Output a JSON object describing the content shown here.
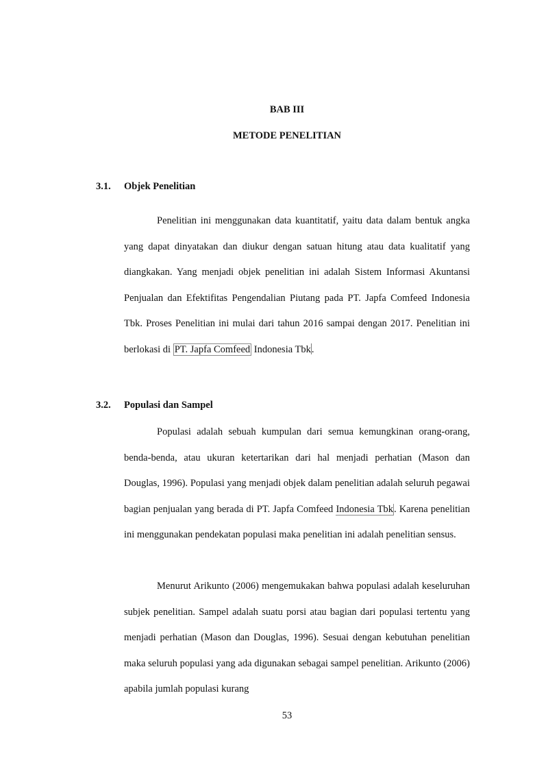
{
  "chapter": {
    "title": "BAB III",
    "subtitle": "METODE PENELITIAN"
  },
  "sections": [
    {
      "number": "3.1.",
      "title": "Objek Penelitian",
      "paragraphs": [
        {
          "text_before": "Penelitian ini menggunakan data kuantitatif, yaitu data dalam bentuk angka yang dapat dinyatakan dan diukur dengan satuan hitung atau data kualitatif yang diangkakan. Yang menjadi objek penelitian ini adalah Sistem Informasi Akuntansi Penjualan dan Efektifitas Pengendalian Piutang pada PT. Japfa Comfeed Indonesia Tbk. Proses Penelitian ini mulai dari tahun 2016 sampai dengan 2017. Penelitian ini berlokasi di ",
          "highlight_1": "PT. Japfa Comfeed",
          "mid": " ",
          "highlight_2": "Indonesia Tbk",
          "text_after": "."
        }
      ]
    },
    {
      "number": "3.2.",
      "title": "Populasi dan Sampel",
      "paragraphs": [
        {
          "text_before": "Populasi adalah sebuah kumpulan dari semua kemungkinan orang-orang, benda-benda, atau ukuran ketertarikan dari hal menjadi perhatian (Mason dan Douglas, 1996). Populasi yang menjadi objek dalam penelitian adalah seluruh pegawai bagian penjualan yang berada di PT. Japfa Comfeed ",
          "highlight": "Indonesia Tbk",
          "text_after": ". Karena penelitian ini menggunakan pendekatan populasi maka penelitian ini adalah penelitian sensus."
        },
        {
          "text": "Menurut Arikunto (2006) mengemukakan bahwa populasi adalah keseluruhan subjek penelitian. Sampel adalah suatu porsi atau bagian dari populasi tertentu yang menjadi perhatian (Mason dan Douglas, 1996). Sesuai dengan kebutuhan penelitian maka seluruh populasi yang ada digunakan sebagai sampel penelitian. Arikunto (2006) apabila jumlah populasi kurang"
        }
      ]
    }
  ],
  "page_number": "53"
}
